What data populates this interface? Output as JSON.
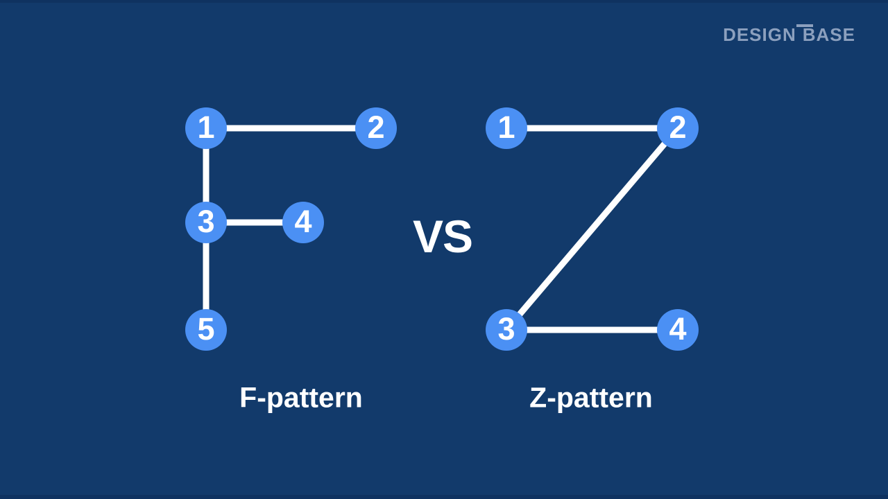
{
  "brand": {
    "word1": "DESIGN",
    "word2": "BASE"
  },
  "vs_label": "VS",
  "f_pattern": {
    "label": "F-pattern",
    "nodes": [
      "1",
      "2",
      "3",
      "4",
      "5"
    ],
    "edges": [
      [
        "1",
        "2"
      ],
      [
        "1",
        "3"
      ],
      [
        "3",
        "4"
      ],
      [
        "3",
        "5"
      ]
    ]
  },
  "z_pattern": {
    "label": "Z-pattern",
    "nodes": [
      "1",
      "2",
      "3",
      "4"
    ],
    "edges": [
      [
        "1",
        "2"
      ],
      [
        "2",
        "3"
      ],
      [
        "3",
        "4"
      ]
    ]
  },
  "colors": {
    "background": "#123A6B",
    "edge_strip": "#0F3260",
    "node_fill": "#4B90F4",
    "connector": "#FFFFFF",
    "text": "#FFFFFF",
    "brand_text": "#8CA0BE"
  }
}
